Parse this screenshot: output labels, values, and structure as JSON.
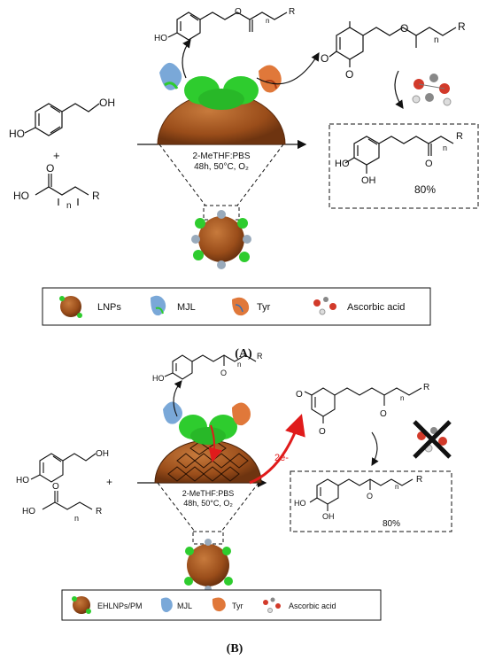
{
  "panelA": {
    "hydroxyl_label": "HO",
    "hydroxyl_label2": "OH",
    "plus": "+",
    "acid_ho": "HO",
    "acid_o": "O",
    "acid_n": "n",
    "acid_r": "R",
    "conditions_line1": "2-MeTHF:PBS",
    "conditions_line2": "48h, 50°C, O₂",
    "ester_ho": "HO",
    "ester_o": "O",
    "ester_n": "n",
    "ester_r": "R",
    "quinone_o1": "O",
    "quinone_o2": "O",
    "quinone_o3": "O",
    "quinone_n": "n",
    "quinone_r": "R",
    "catechol_ho": "HO",
    "catechol_oh": "OH",
    "catechol_o": "O",
    "catechol_n": "n",
    "catechol_r": "R",
    "yield": "80%",
    "legend": [
      "LNPs",
      "MJL",
      "Tyr",
      "Ascorbic acid"
    ],
    "caption": "(A)"
  },
  "panelB": {
    "hydroxyl_label": "HO",
    "hydroxyl_label2": "OH",
    "plus": "+",
    "acid_ho": "HO",
    "acid_o": "O",
    "acid_n": "n",
    "acid_r": "R",
    "conditions_line1": "2-MeTHF:PBS",
    "conditions_line2": "48h, 50°C, O₂",
    "electron_label": "2e-",
    "ester_ho": "HO",
    "ester_o": "O",
    "ester_n": "n",
    "ester_r": "R",
    "quinone_o1": "O",
    "quinone_o2": "O",
    "quinone_o3": "O",
    "quinone_n": "n",
    "quinone_r": "R",
    "catechol_ho": "HO",
    "catechol_oh": "OH",
    "catechol_o": "O",
    "catechol_n": "n",
    "catechol_r": "R",
    "yield": "80%",
    "legend": [
      "EHLNPs/PM",
      "MJL",
      "Tyr",
      "Ascorbic acid"
    ],
    "caption": "(B)"
  },
  "colors": {
    "particle": "#a0521e",
    "lignin_dark": "#5a2a0c",
    "enzyme_green": "#2ecc2e",
    "electron_arrow": "#e01b1b",
    "ascorbic_red": "#d23a2a"
  }
}
